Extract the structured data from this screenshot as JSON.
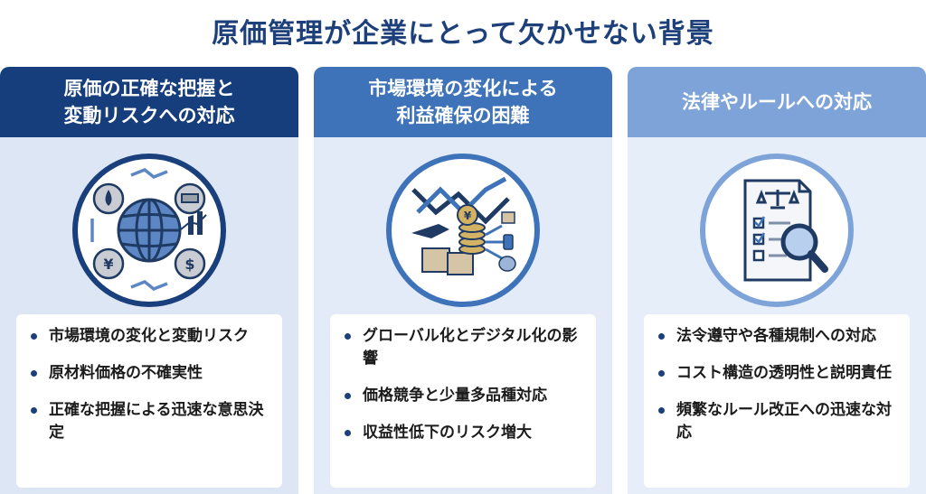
{
  "title": "原価管理が企業にとって欠かせない背景",
  "colors": {
    "title": "#1d3f7a",
    "card1": "#173e7c",
    "card2": "#3f73b9",
    "card3": "#7da3d9"
  },
  "cards": [
    {
      "heading_lines": [
        "原価の正確な把握と",
        "変動リスクへの対応"
      ],
      "icon": "globe-commodities-icon",
      "items": [
        "市場環境の変化と変動リスク",
        "原材料価格の不確実性",
        "正確な把握による迅速な意思決定"
      ]
    },
    {
      "heading_lines": [
        "市場環境の変化による",
        "利益確保の困難"
      ],
      "icon": "market-trend-coins-icon",
      "items": [
        "グローバル化とデジタル化の影響",
        "価格競争と少量多品種対応",
        "収益性低下のリスク増大"
      ]
    },
    {
      "heading_lines": [
        "法律やルールへの対応"
      ],
      "icon": "compliance-document-icon",
      "items": [
        "法令遵守や各種規制への対応",
        "コスト構造の透明性と説明責任",
        "頻繁なルール改正への迅速な対応"
      ]
    }
  ]
}
